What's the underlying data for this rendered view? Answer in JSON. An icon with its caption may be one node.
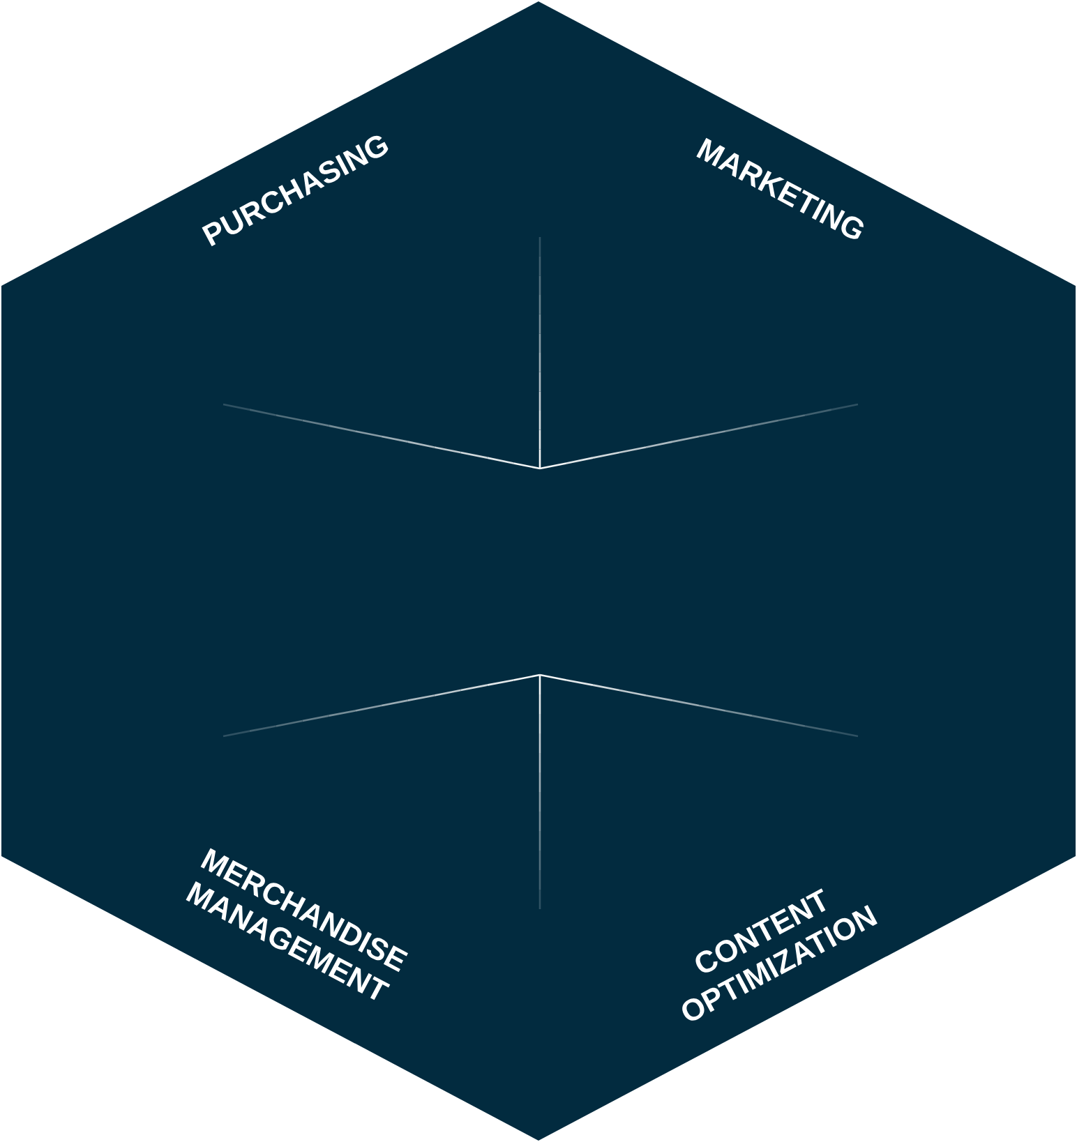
{
  "diagram": {
    "nodes": [
      {
        "text": [
          "PURCHASING",
          "MARKETING",
          "MERCHANDISE MANAGEMENT",
          "CONTENT OPTIMIZATION"
        ]
      }
    ]
  }
}
